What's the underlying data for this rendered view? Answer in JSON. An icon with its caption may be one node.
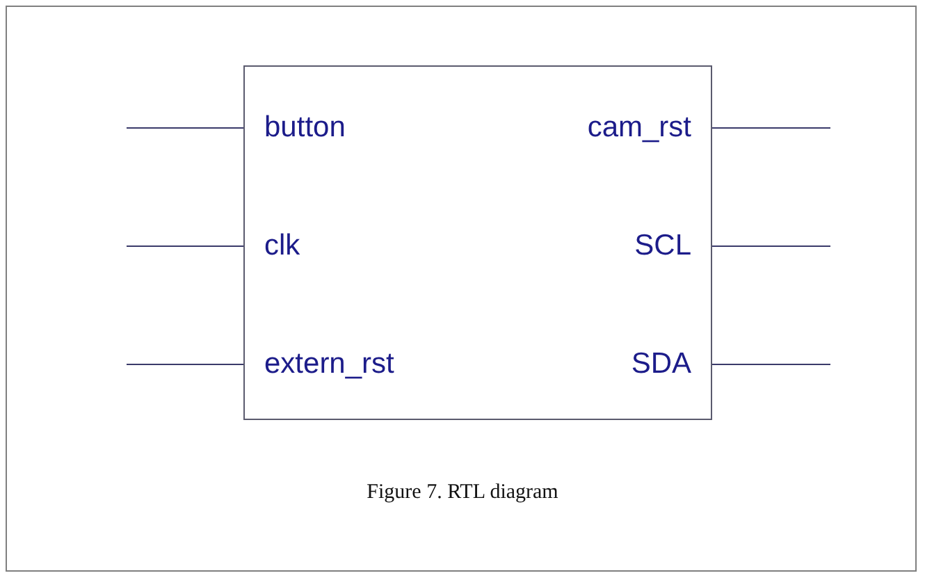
{
  "diagram": {
    "caption": "Figure 7. RTL diagram",
    "nodes": [
      {
        "text": [],
        "shape": "box"
      },
      {
        "text": [
          "button"
        ],
        "in": 0
      },
      {
        "text": [
          "cam_rst"
        ],
        "in": 0
      },
      {
        "text": [
          "clk"
        ],
        "in": 0
      },
      {
        "text": [
          "SCL"
        ],
        "in": 0
      },
      {
        "text": [
          "extern_rst"
        ],
        "in": 0
      },
      {
        "text": [
          "SDA"
        ],
        "in": 0
      }
    ],
    "edges": [
      {
        "from": null,
        "to": 1,
        "arrow": "none"
      },
      {
        "from": 2,
        "to": null,
        "arrow": "none"
      },
      {
        "from": null,
        "to": 3,
        "arrow": "none"
      },
      {
        "from": 4,
        "to": null,
        "arrow": "none"
      },
      {
        "from": null,
        "to": 5,
        "arrow": "none"
      },
      {
        "from": 6,
        "to": null,
        "arrow": "none"
      }
    ]
  }
}
